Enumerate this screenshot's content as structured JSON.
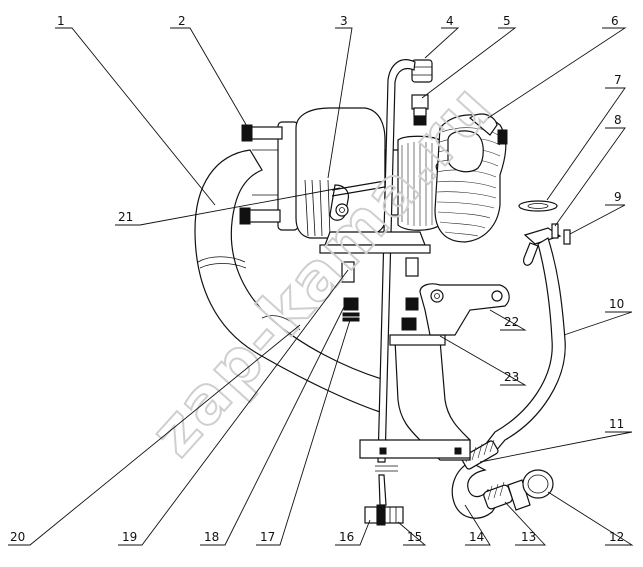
{
  "watermark": "zap-kama.ru",
  "callouts": [
    {
      "label": "1"
    },
    {
      "label": "2"
    },
    {
      "label": "3"
    },
    {
      "label": "4"
    },
    {
      "label": "5"
    },
    {
      "label": "6"
    },
    {
      "label": "7"
    },
    {
      "label": "8"
    },
    {
      "label": "9"
    },
    {
      "label": "10"
    },
    {
      "label": "11"
    },
    {
      "label": "12"
    },
    {
      "label": "13"
    },
    {
      "label": "14"
    },
    {
      "label": "15"
    },
    {
      "label": "16"
    },
    {
      "label": "17"
    },
    {
      "label": "18"
    },
    {
      "label": "19"
    },
    {
      "label": "20"
    },
    {
      "label": "21"
    },
    {
      "label": "22"
    },
    {
      "label": "23"
    }
  ]
}
